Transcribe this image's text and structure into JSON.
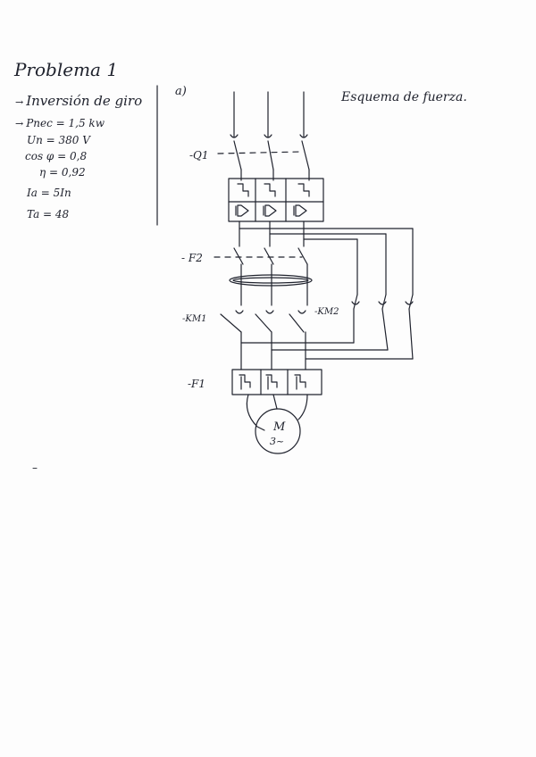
{
  "title": "Problema 1",
  "specs": {
    "item1": "Inversión de giro",
    "item2": "Pnec = 1,5 kw",
    "item3": "Un = 380 V",
    "item4": "cos φ = 0,8",
    "item5": "η = 0,92",
    "item6": "Ia = 5In",
    "item7": "Ta = 48"
  },
  "arrow_glyph": "→",
  "section_label": "a)",
  "schema_title": "Esquema de fuerza.",
  "components": {
    "q1": "-Q1",
    "f2": "- F2",
    "km1": "-KM1",
    "km2": "-KM2",
    "f1": "-F1",
    "motor_letter": "M",
    "motor_phase": "3~"
  },
  "stray_mark": "–",
  "colors": {
    "ink": "#20232e",
    "paper": "#fdfdfd"
  }
}
